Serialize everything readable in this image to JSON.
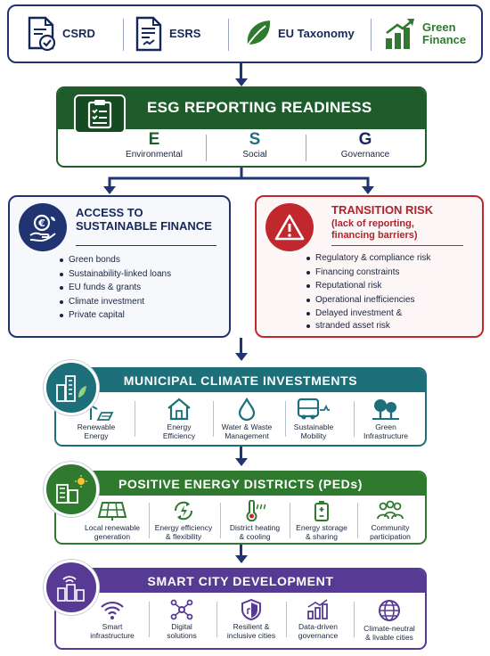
{
  "standards": [
    {
      "icon": "document-check-icon",
      "label": "CSRD"
    },
    {
      "icon": "document-chart-icon",
      "label": "ESRS"
    },
    {
      "icon": "leaf-icon",
      "label": "EU Taxonomy"
    },
    {
      "icon": "growth-chart-icon",
      "label_line1": "Green",
      "label_line2": "Finance"
    }
  ],
  "esg": {
    "title": "ESG REPORTING READINESS",
    "pillars": [
      {
        "letter": "E",
        "word": "Environmental",
        "color": "#1e5d2b"
      },
      {
        "letter": "S",
        "word": "Social",
        "color": "#1d6f79"
      },
      {
        "letter": "G",
        "word": "Governance",
        "color": "#14285a"
      }
    ]
  },
  "finance": {
    "title_line1": "ACCESS TO",
    "title_line2": "SUSTAINABLE FINANCE",
    "items": [
      "Green bonds",
      "Sustainability-linked loans",
      "EU funds & grants",
      "Climate investment",
      "Private capital"
    ]
  },
  "risk": {
    "title": "TRANSITION RISK",
    "subtitle_line1": "(lack of reporting,",
    "subtitle_line2": "financing barriers)",
    "items": [
      "Regulatory & compliance risk",
      "Financing constraints",
      "Reputational risk",
      "Operational inefficiencies",
      "Delayed investment &",
      "stranded asset risk"
    ]
  },
  "municipal": {
    "title": "MUNICIPAL CLIMATE INVESTMENTS",
    "color": "#1d6f79",
    "items": [
      {
        "icon": "wind-solar-icon",
        "l1": "Renewable",
        "l2": "Energy"
      },
      {
        "icon": "house-icon",
        "l1": "Energy",
        "l2": "Efficiency"
      },
      {
        "icon": "water-drop-icon",
        "l1": "Water & Waste",
        "l2": "Management"
      },
      {
        "icon": "bus-icon",
        "l1": "Sustainable",
        "l2": "Mobility"
      },
      {
        "icon": "trees-icon",
        "l1": "Green",
        "l2": "Infrastructure"
      }
    ]
  },
  "ped": {
    "title": "POSITIVE ENERGY DISTRICTS (PEDs)",
    "color": "#2f7a2f",
    "items": [
      {
        "icon": "solar-panel-icon",
        "l1": "Local renewable",
        "l2": "generation"
      },
      {
        "icon": "cycle-bolt-icon",
        "l1": "Energy efficiency",
        "l2": "& flexibility"
      },
      {
        "icon": "thermometer-icon",
        "l1": "District heating",
        "l2": "& cooling"
      },
      {
        "icon": "battery-icon",
        "l1": "Energy storage",
        "l2": "& sharing"
      },
      {
        "icon": "people-icon",
        "l1": "Community",
        "l2": "participation"
      }
    ]
  },
  "smart": {
    "title": "SMART CITY DEVELOPMENT",
    "color": "#563a94",
    "items": [
      {
        "icon": "wifi-icon",
        "l1": "Smart",
        "l2": "infrastructure"
      },
      {
        "icon": "network-icon",
        "l1": "Digital",
        "l2": "solutions"
      },
      {
        "icon": "shield-icon",
        "l1": "Resilient &",
        "l2": "inclusive cities"
      },
      {
        "icon": "bar-chart-icon",
        "l1": "Data-driven",
        "l2": "governance"
      },
      {
        "icon": "globe-icon",
        "l1": "Climate-neutral",
        "l2": "& livable cities"
      }
    ]
  }
}
